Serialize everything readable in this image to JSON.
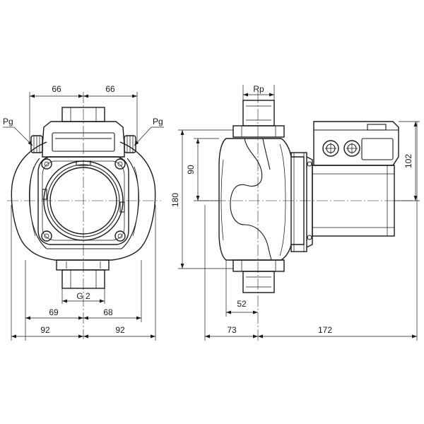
{
  "labels": {
    "front_top_left": "66",
    "front_top_right": "66",
    "pg_left": "Pg",
    "pg_right": "Pg",
    "thread_g": "G 2",
    "front_mid_left": "69",
    "front_mid_right": "68",
    "front_bottom_left": "92",
    "front_bottom_right": "92",
    "height_total": "180",
    "height_flange": "90",
    "thread_rp": "Rp",
    "side_52": "52",
    "side_73": "73",
    "side_172": "172",
    "box_height": "102"
  }
}
